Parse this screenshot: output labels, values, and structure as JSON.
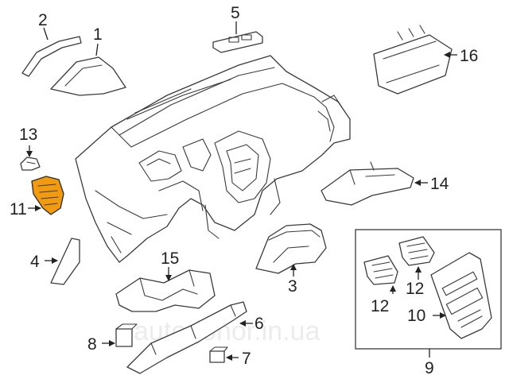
{
  "callouts": {
    "c1": "1",
    "c2": "2",
    "c3": "3",
    "c4": "4",
    "c5": "5",
    "c6": "6",
    "c7": "7",
    "c8": "8",
    "c9": "9",
    "c10": "10",
    "c11": "11",
    "c12a": "12",
    "c12b": "12",
    "c13": "13",
    "c14": "14",
    "c15": "15",
    "c16": "16"
  },
  "highlight_color": "#f29a10",
  "watermark": "autodonor.in.ua"
}
